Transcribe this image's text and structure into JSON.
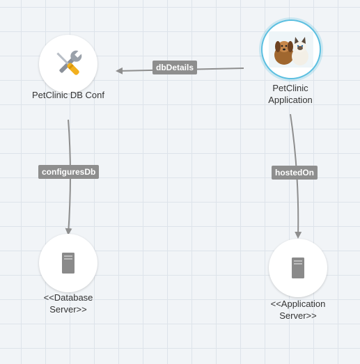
{
  "nodes": {
    "db_conf": {
      "label": "PetClinic DB Conf",
      "icon": "tools-icon"
    },
    "application": {
      "label": "PetClinic\nApplication",
      "icon": "pets-photo"
    },
    "database_server": {
      "label": "<<Database\nServer>>",
      "icon": "server-icon"
    },
    "application_server": {
      "label": "<<Application\nServer>>",
      "icon": "server-icon"
    }
  },
  "edges": {
    "db_details": {
      "label": "dbDetails"
    },
    "configures_db": {
      "label": "configuresDb"
    },
    "hosted_on": {
      "label": "hostedOn"
    }
  },
  "colors": {
    "edge": "#8e8e8e",
    "edge_label_bg": "#8e8e8e",
    "selected_ring": "#5bbfe0",
    "grid": "#dde3ea"
  }
}
